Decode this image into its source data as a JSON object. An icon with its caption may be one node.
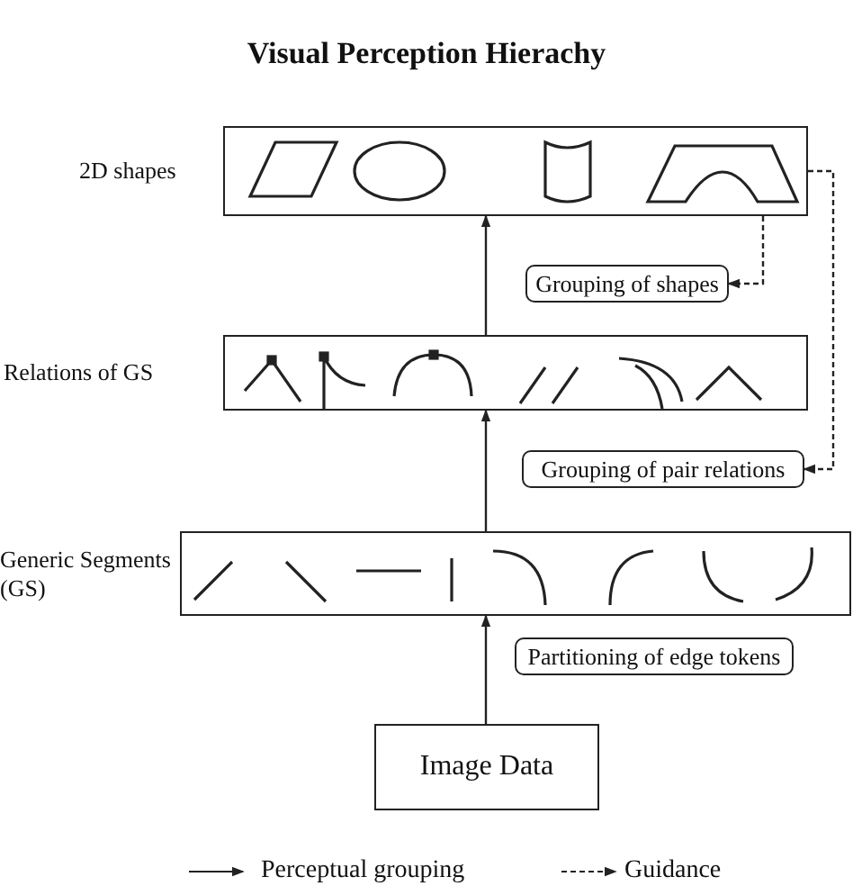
{
  "diagram": {
    "title": "Visual Perception Hierachy",
    "nodes": [
      {
        "text": [
          "2D shapes"
        ]
      },
      {
        "text": [
          "Relations of GS"
        ]
      },
      {
        "text": [
          "Generic Segments (GS)"
        ]
      },
      {
        "text": [
          "Image Data"
        ]
      },
      {
        "text": [
          "Grouping of shapes"
        ]
      },
      {
        "text": [
          "Grouping of pair relations"
        ]
      },
      {
        "text": [
          "Partitioning of edge tokens"
        ]
      }
    ],
    "edges": [
      {
        "from": 3,
        "to": 2,
        "arrow": "to"
      },
      {
        "from": 2,
        "to": 1,
        "arrow": "to"
      },
      {
        "from": 1,
        "to": 0,
        "arrow": "to"
      },
      {
        "from": 0,
        "to": 4,
        "arrow": "to",
        "style": "dashed"
      },
      {
        "from": 0,
        "to": 5,
        "arrow": "to",
        "style": "dashed"
      }
    ],
    "legend": [
      {
        "text": "Perceptual grouping"
      },
      {
        "text": "Guidance"
      }
    ]
  }
}
